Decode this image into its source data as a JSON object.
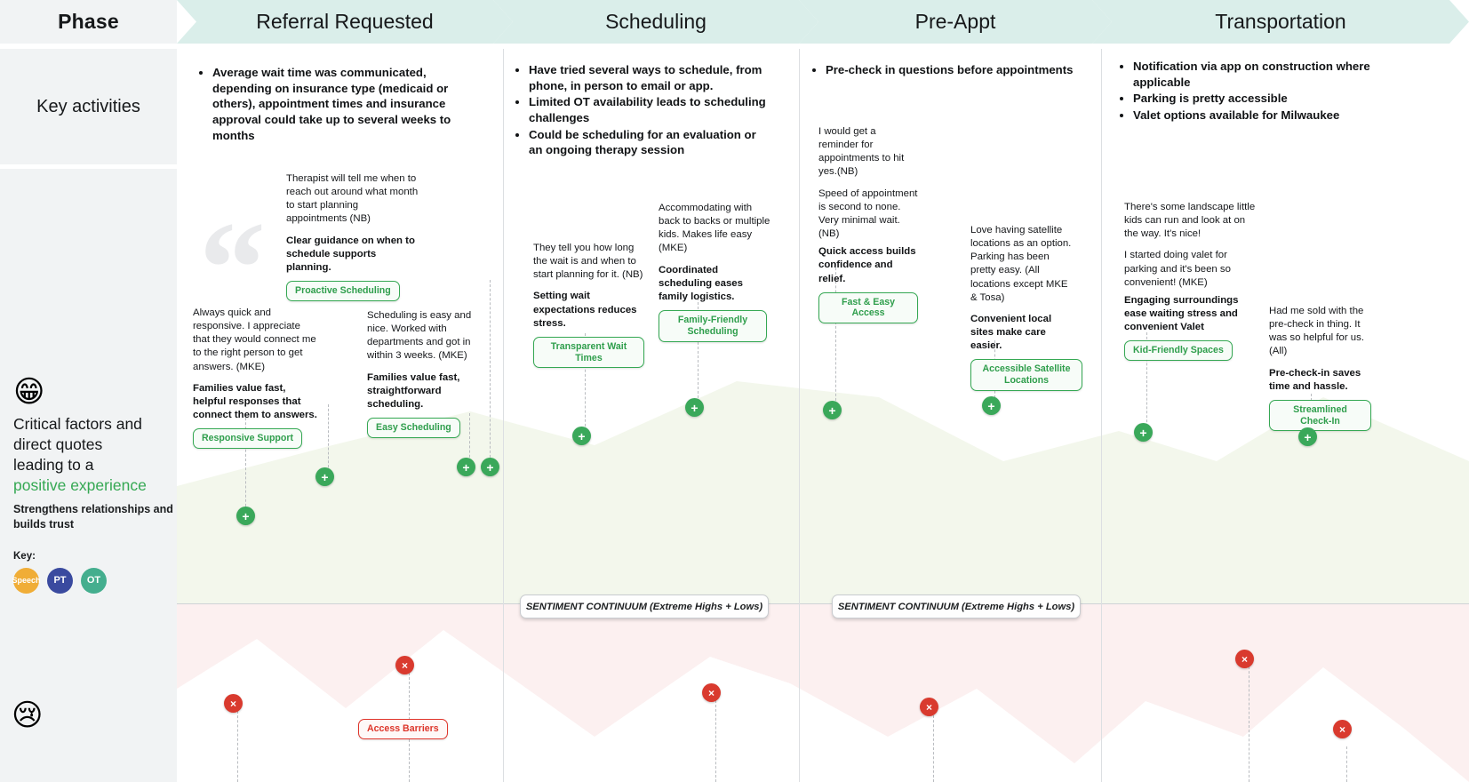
{
  "header": {
    "row_label_phase": "Phase",
    "row_label_activities": "Key activities",
    "phases": [
      {
        "name": "Referral Requested"
      },
      {
        "name": "Scheduling"
      },
      {
        "name": "Pre-Appt"
      },
      {
        "name": "Transportation"
      }
    ]
  },
  "legend": {
    "happy_icon": "grinning-squinting-face",
    "sad_icon": "crying-face",
    "title_line1": "Critical factors and",
    "title_line2": "direct quotes",
    "title_line3": "leading to a",
    "title_highlight": "positive experience",
    "subtitle": "Strengthens relationships and builds trust",
    "key_label": "Key:",
    "key_items": [
      {
        "label": "Speech",
        "color": "#f0ad37"
      },
      {
        "label": "PT",
        "color": "#3a4a9f"
      },
      {
        "label": "OT",
        "color": "#44ae8e"
      }
    ]
  },
  "sentiment_banner": {
    "text": "SENTIMENT CONTINUUM (Extreme Highs + Lows)",
    "count": 2
  },
  "colors": {
    "phase_band": "#daeeea",
    "positive": "#35a853",
    "negative": "#dd362b",
    "rail_bg": "#f1f3f4",
    "positive_band": "#f3f7ec",
    "negative_band": "#fcf0f0"
  },
  "activities": [
    {
      "phase": "Referral Requested",
      "items": [
        "Average wait time was communicated, depending on insurance type (medicaid or others), appointment times and insurance approval could take up to several weeks to months"
      ]
    },
    {
      "phase": "Scheduling",
      "items": [
        "Have tried several ways to schedule, from phone, in person to email or app.",
        "Limited OT availability leads to scheduling challenges",
        "Could be scheduling for an evaluation or an ongoing therapy session"
      ]
    },
    {
      "phase": "Pre-Appt",
      "items": [
        "Pre-check in questions before appointments"
      ]
    },
    {
      "phase": "Transportation",
      "items": [
        "Notification via app on construction where applicable",
        "Parking is pretty accessible",
        "Valet options available for Milwaukee"
      ]
    }
  ],
  "positive_quotes": [
    {
      "quote": "Therapist will tell me when to reach out around what month to start planning appointments (NB)",
      "insight": "Clear guidance on when to schedule supports planning.",
      "tag": "Proactive Scheduling",
      "marker": "+"
    },
    {
      "quote": "Always quick and responsive. I appreciate that they would connect me to the right person to get answers. (MKE)",
      "insight": "Families value fast, helpful responses that connect them to answers.",
      "tag": "Responsive Support",
      "marker": "+"
    },
    {
      "quote": "Scheduling is easy and nice. Worked with departments and got in within 3 weeks. (MKE)",
      "insight": "Families value fast, straightforward scheduling.",
      "tag": "Easy Scheduling",
      "marker": "+"
    },
    {
      "quote": "They tell you how long the wait is and when to start planning for it. (NB)",
      "insight": "Setting wait expectations reduces stress.",
      "tag": "Transparent Wait Times",
      "marker": "+"
    },
    {
      "quote": "Accommodating with back to backs or multiple kids. Makes life easy (MKE)",
      "insight": "Coordinated scheduling eases family logistics.",
      "tag": "Family-Friendly Scheduling",
      "marker": "+"
    },
    {
      "quote": "I would get a reminder for appointments to hit yes.(NB)",
      "quote2": "Speed of appointment is second to none. Very minimal wait. (NB)",
      "insight": "Quick access builds confidence and relief.",
      "tag": "Fast & Easy Access",
      "marker": "+"
    },
    {
      "quote": "Love having satellite locations as an option. Parking has been pretty easy. (All locations except MKE & Tosa)",
      "insight": "Convenient local sites make care easier.",
      "tag": "Accessible Satellite Locations",
      "marker": "+"
    },
    {
      "quote": "There's some landscape little kids can run and look at on the way. It's nice!",
      "quote2": "I started doing valet for parking and it's been so convenient! (MKE)",
      "insight": "Engaging surroundings ease waiting stress and convenient Valet",
      "tag": "Kid-Friendly Spaces",
      "marker": "+"
    },
    {
      "quote": "Had me sold with the pre-check in thing. It was so helpful for us. (All)",
      "insight": "Pre-check-in saves time and hassle.",
      "tag": "Streamlined Check-In",
      "marker": "+"
    }
  ],
  "negative_quotes": [
    {
      "tag": "Access Barriers",
      "marker": "×"
    }
  ],
  "markers": {
    "positive_symbol": "+",
    "negative_symbol": "×"
  }
}
